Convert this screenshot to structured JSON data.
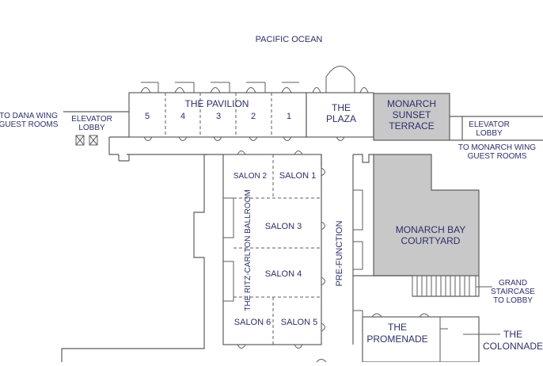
{
  "map": {
    "ocean": "PACIFIC OCEAN",
    "rooms": {
      "pavilion": "THE PAVILION",
      "pavilion_sections": [
        "5",
        "4",
        "3",
        "2",
        "1"
      ],
      "plaza": [
        "THE",
        "PLAZA"
      ],
      "monarch_sunset_terrace": [
        "MONARCH",
        "SUNSET",
        "TERRACE"
      ],
      "elevator_lobby_left": [
        "ELEVATOR",
        "LOBBY"
      ],
      "elevator_lobby_right": [
        "ELEVATOR",
        "LOBBY"
      ],
      "salon_1": "SALON 1",
      "salon_2": "SALON 2",
      "salon_3": "SALON 3",
      "salon_4": "SALON 4",
      "salon_5": "SALON 5",
      "salon_6": "SALON 6",
      "ballroom": "THE RITZ-CARLTON BALLROOM",
      "prefunction": "PRE-FUNCTION",
      "monarch_bay_courtyard": [
        "MONARCH BAY",
        "COURTYARD"
      ],
      "promenade": [
        "THE",
        "PROMENADE"
      ]
    },
    "callouts": {
      "dana_wing": [
        "TO DANA WING",
        "GUEST ROOMS"
      ],
      "monarch_wing": [
        "TO MONARCH WING",
        "GUEST ROOMS"
      ],
      "grand_staircase": [
        "GRAND",
        "STAIRCASE",
        "TO LOBBY"
      ],
      "colonnade": [
        "THE",
        "COLONNADE"
      ]
    },
    "colors": {
      "text": "#2b2f6b",
      "walls": "#5e5e5e",
      "shaded_area": "#c8c8c8"
    }
  }
}
